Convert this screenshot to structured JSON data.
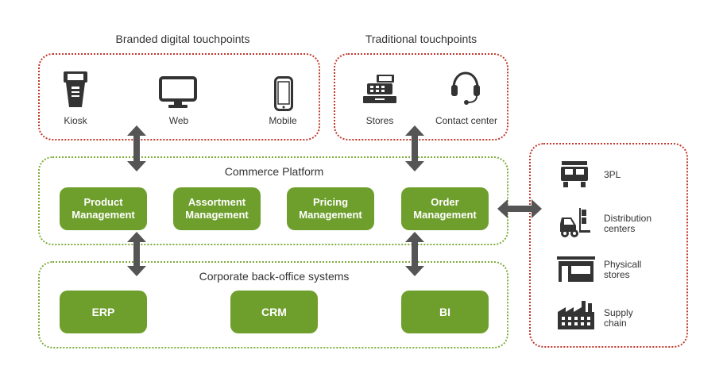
{
  "branded": {
    "title": "Branded digital touchpoints",
    "items": [
      {
        "label": "Kiosk",
        "icon": "kiosk-icon"
      },
      {
        "label": "Web",
        "icon": "monitor-icon"
      },
      {
        "label": "Mobile",
        "icon": "smartphone-icon"
      }
    ]
  },
  "traditional": {
    "title": "Traditional touchpoints",
    "items": [
      {
        "label": "Stores",
        "icon": "cash-register-icon"
      },
      {
        "label": "Contact center",
        "icon": "headset-icon"
      }
    ]
  },
  "commerce": {
    "title": "Commerce Platform",
    "modules": [
      "Product\nManagement",
      "Assortment\nManagement",
      "Pricing\nManagement",
      "Order\nManagement"
    ]
  },
  "backoffice": {
    "title": "Corporate back-office systems",
    "modules": [
      "ERP",
      "CRM",
      "BI"
    ]
  },
  "logistics": {
    "items": [
      {
        "label": "3PL",
        "icon": "truck-icon"
      },
      {
        "label": "Distribution\ncenters",
        "icon": "forklift-icon"
      },
      {
        "label": "Physicall\nstores",
        "icon": "storefront-icon"
      },
      {
        "label": "Supply\nchain",
        "icon": "factory-icon"
      }
    ]
  },
  "colors": {
    "module_green": "#6e9f2c",
    "dotted_green": "#7fad3c",
    "dotted_red": "#c0392b",
    "arrow_gray": "#555555"
  }
}
